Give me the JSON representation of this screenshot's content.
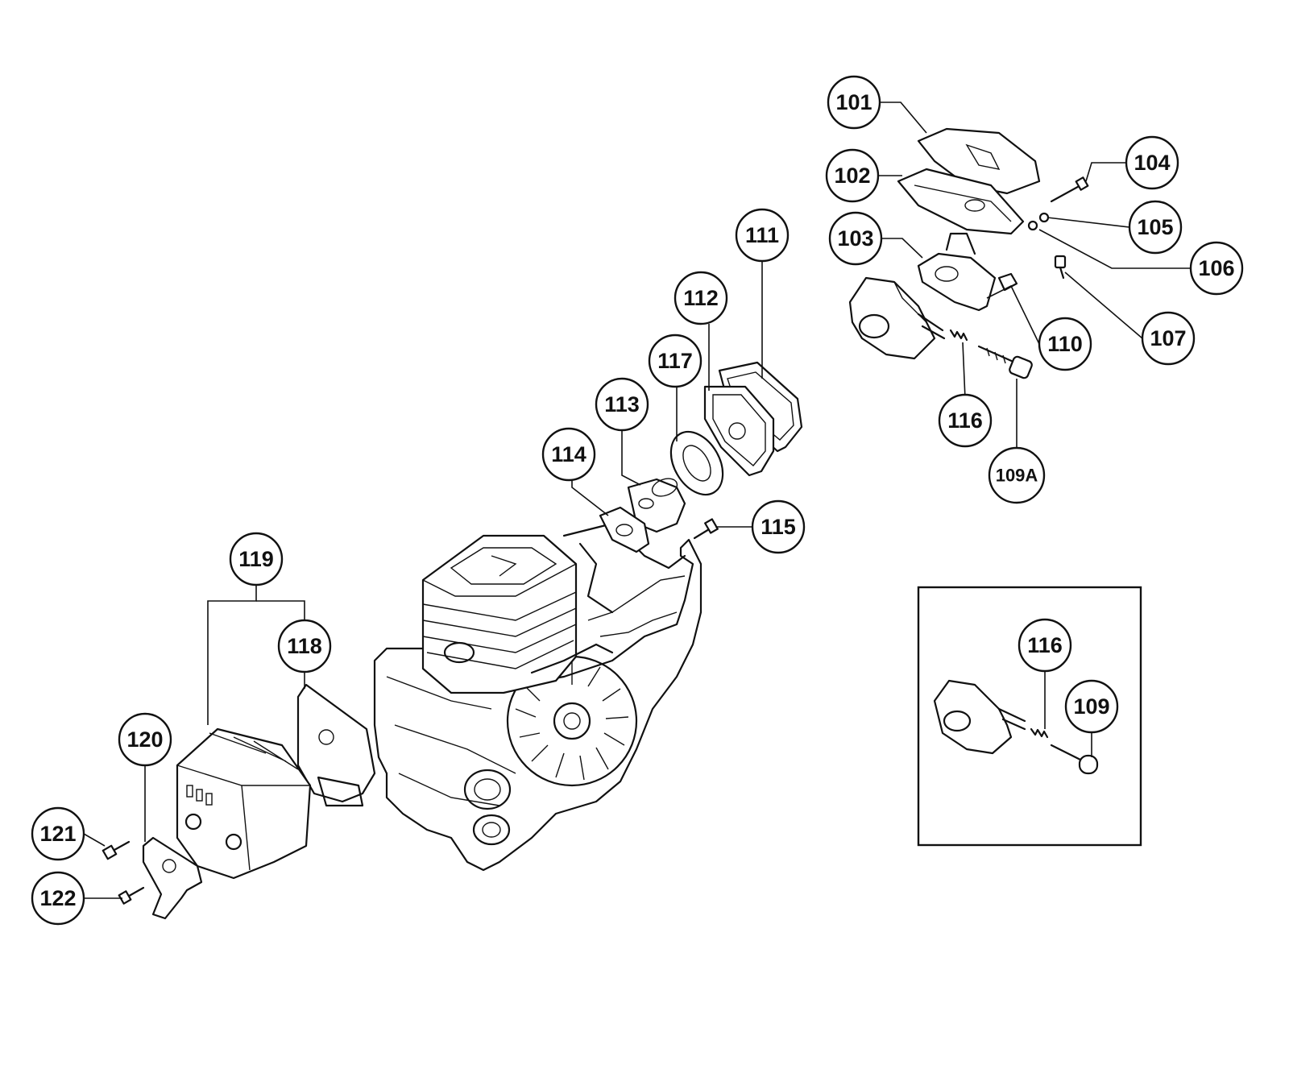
{
  "callouts": [
    {
      "id": "101",
      "label": "101"
    },
    {
      "id": "102",
      "label": "102"
    },
    {
      "id": "103",
      "label": "103"
    },
    {
      "id": "104",
      "label": "104"
    },
    {
      "id": "105",
      "label": "105"
    },
    {
      "id": "106",
      "label": "106"
    },
    {
      "id": "107",
      "label": "107"
    },
    {
      "id": "110",
      "label": "110"
    },
    {
      "id": "116a",
      "label": "116"
    },
    {
      "id": "109A",
      "label": "109A"
    },
    {
      "id": "111",
      "label": "111"
    },
    {
      "id": "112",
      "label": "112"
    },
    {
      "id": "117",
      "label": "117"
    },
    {
      "id": "113",
      "label": "113"
    },
    {
      "id": "114",
      "label": "114"
    },
    {
      "id": "115",
      "label": "115"
    },
    {
      "id": "119",
      "label": "119"
    },
    {
      "id": "118",
      "label": "118"
    },
    {
      "id": "120",
      "label": "120"
    },
    {
      "id": "121",
      "label": "121"
    },
    {
      "id": "122",
      "label": "122"
    },
    {
      "id": "116b",
      "label": "116"
    },
    {
      "id": "109",
      "label": "109"
    }
  ]
}
